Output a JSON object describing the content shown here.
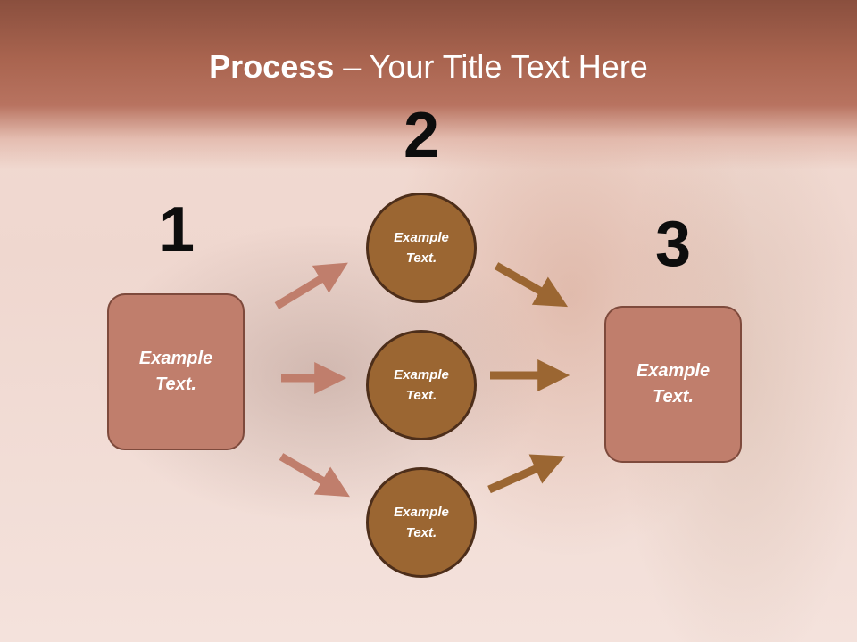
{
  "slide": {
    "title_bold": "Process",
    "title_rest": " – Your Title Text Here",
    "step_numbers": [
      "1",
      "2",
      "3"
    ],
    "left_box": {
      "text": "Example Text."
    },
    "right_box": {
      "text": "Example Text."
    },
    "circles": [
      {
        "text": "Example Text."
      },
      {
        "text": "Example Text."
      },
      {
        "text": "Example Text."
      }
    ]
  },
  "colors": {
    "header": "#a9644f",
    "box_fill": "#c07e6c",
    "box_border": "#7e4a3c",
    "circle_fill": "#9b6632",
    "circle_border": "#4d2e1a",
    "arrow_left": "#c07e6c",
    "arrow_right": "#9b6632"
  }
}
